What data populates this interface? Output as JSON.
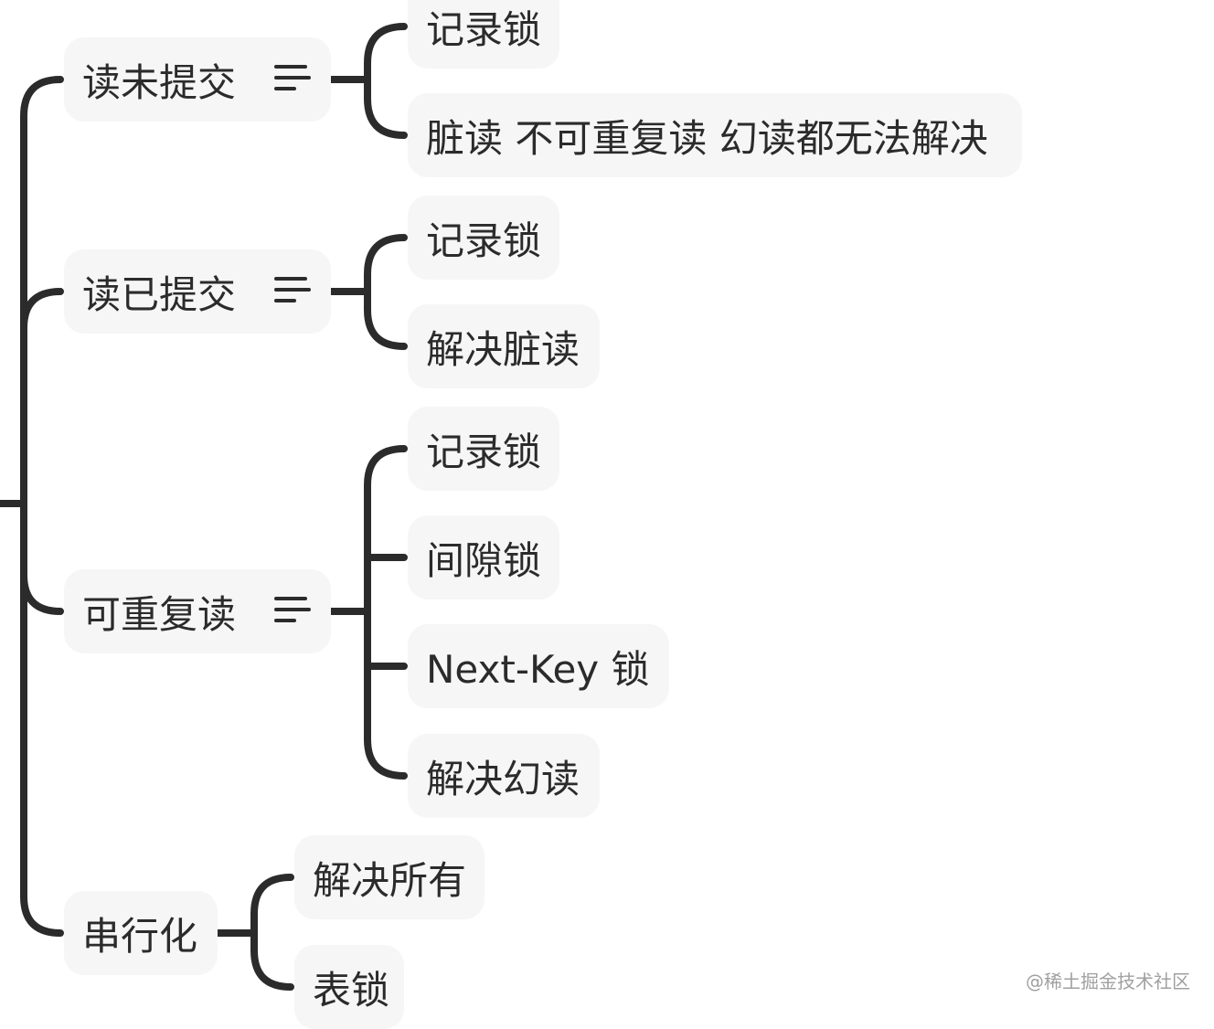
{
  "levels": [
    {
      "label": "读未提交",
      "children": [
        "记录锁",
        "脏读 不可重复读 幻读都无法解决"
      ]
    },
    {
      "label": "读已提交",
      "children": [
        "记录锁",
        "解决脏读"
      ]
    },
    {
      "label": "可重复读",
      "children": [
        "记录锁",
        "间隙锁",
        "Next-Key 锁",
        "解决幻读"
      ]
    },
    {
      "label": "串行化",
      "children": [
        "解决所有",
        "表锁"
      ]
    }
  ],
  "watermark": "@稀土掘金技术社区",
  "colors": {
    "line": "#2b2b2b",
    "node_bg": "#f6f6f6",
    "text": "#2b2b2b"
  }
}
